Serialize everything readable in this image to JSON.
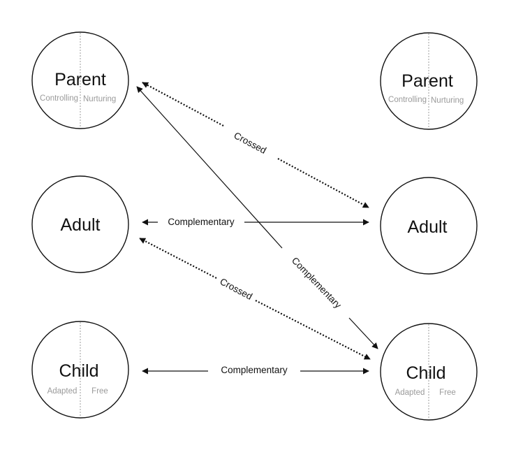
{
  "left": {
    "parent": {
      "title": "Parent",
      "sub_left": "Controlling",
      "sub_right": "Nurturing"
    },
    "adult": {
      "title": "Adult"
    },
    "child": {
      "title": "Child",
      "sub_left": "Adapted",
      "sub_right": "Free"
    }
  },
  "right": {
    "parent": {
      "title": "Parent",
      "sub_left": "Controlling",
      "sub_right": "Nurturing"
    },
    "adult": {
      "title": "Adult"
    },
    "child": {
      "title": "Child",
      "sub_left": "Adapted",
      "sub_right": "Free"
    }
  },
  "transactions": {
    "crossed_top": "Crossed",
    "adult_adult": "Complementary",
    "crossed_bottom": "Crossed",
    "parent_child": "Complementary",
    "child_child": "Complementary"
  }
}
